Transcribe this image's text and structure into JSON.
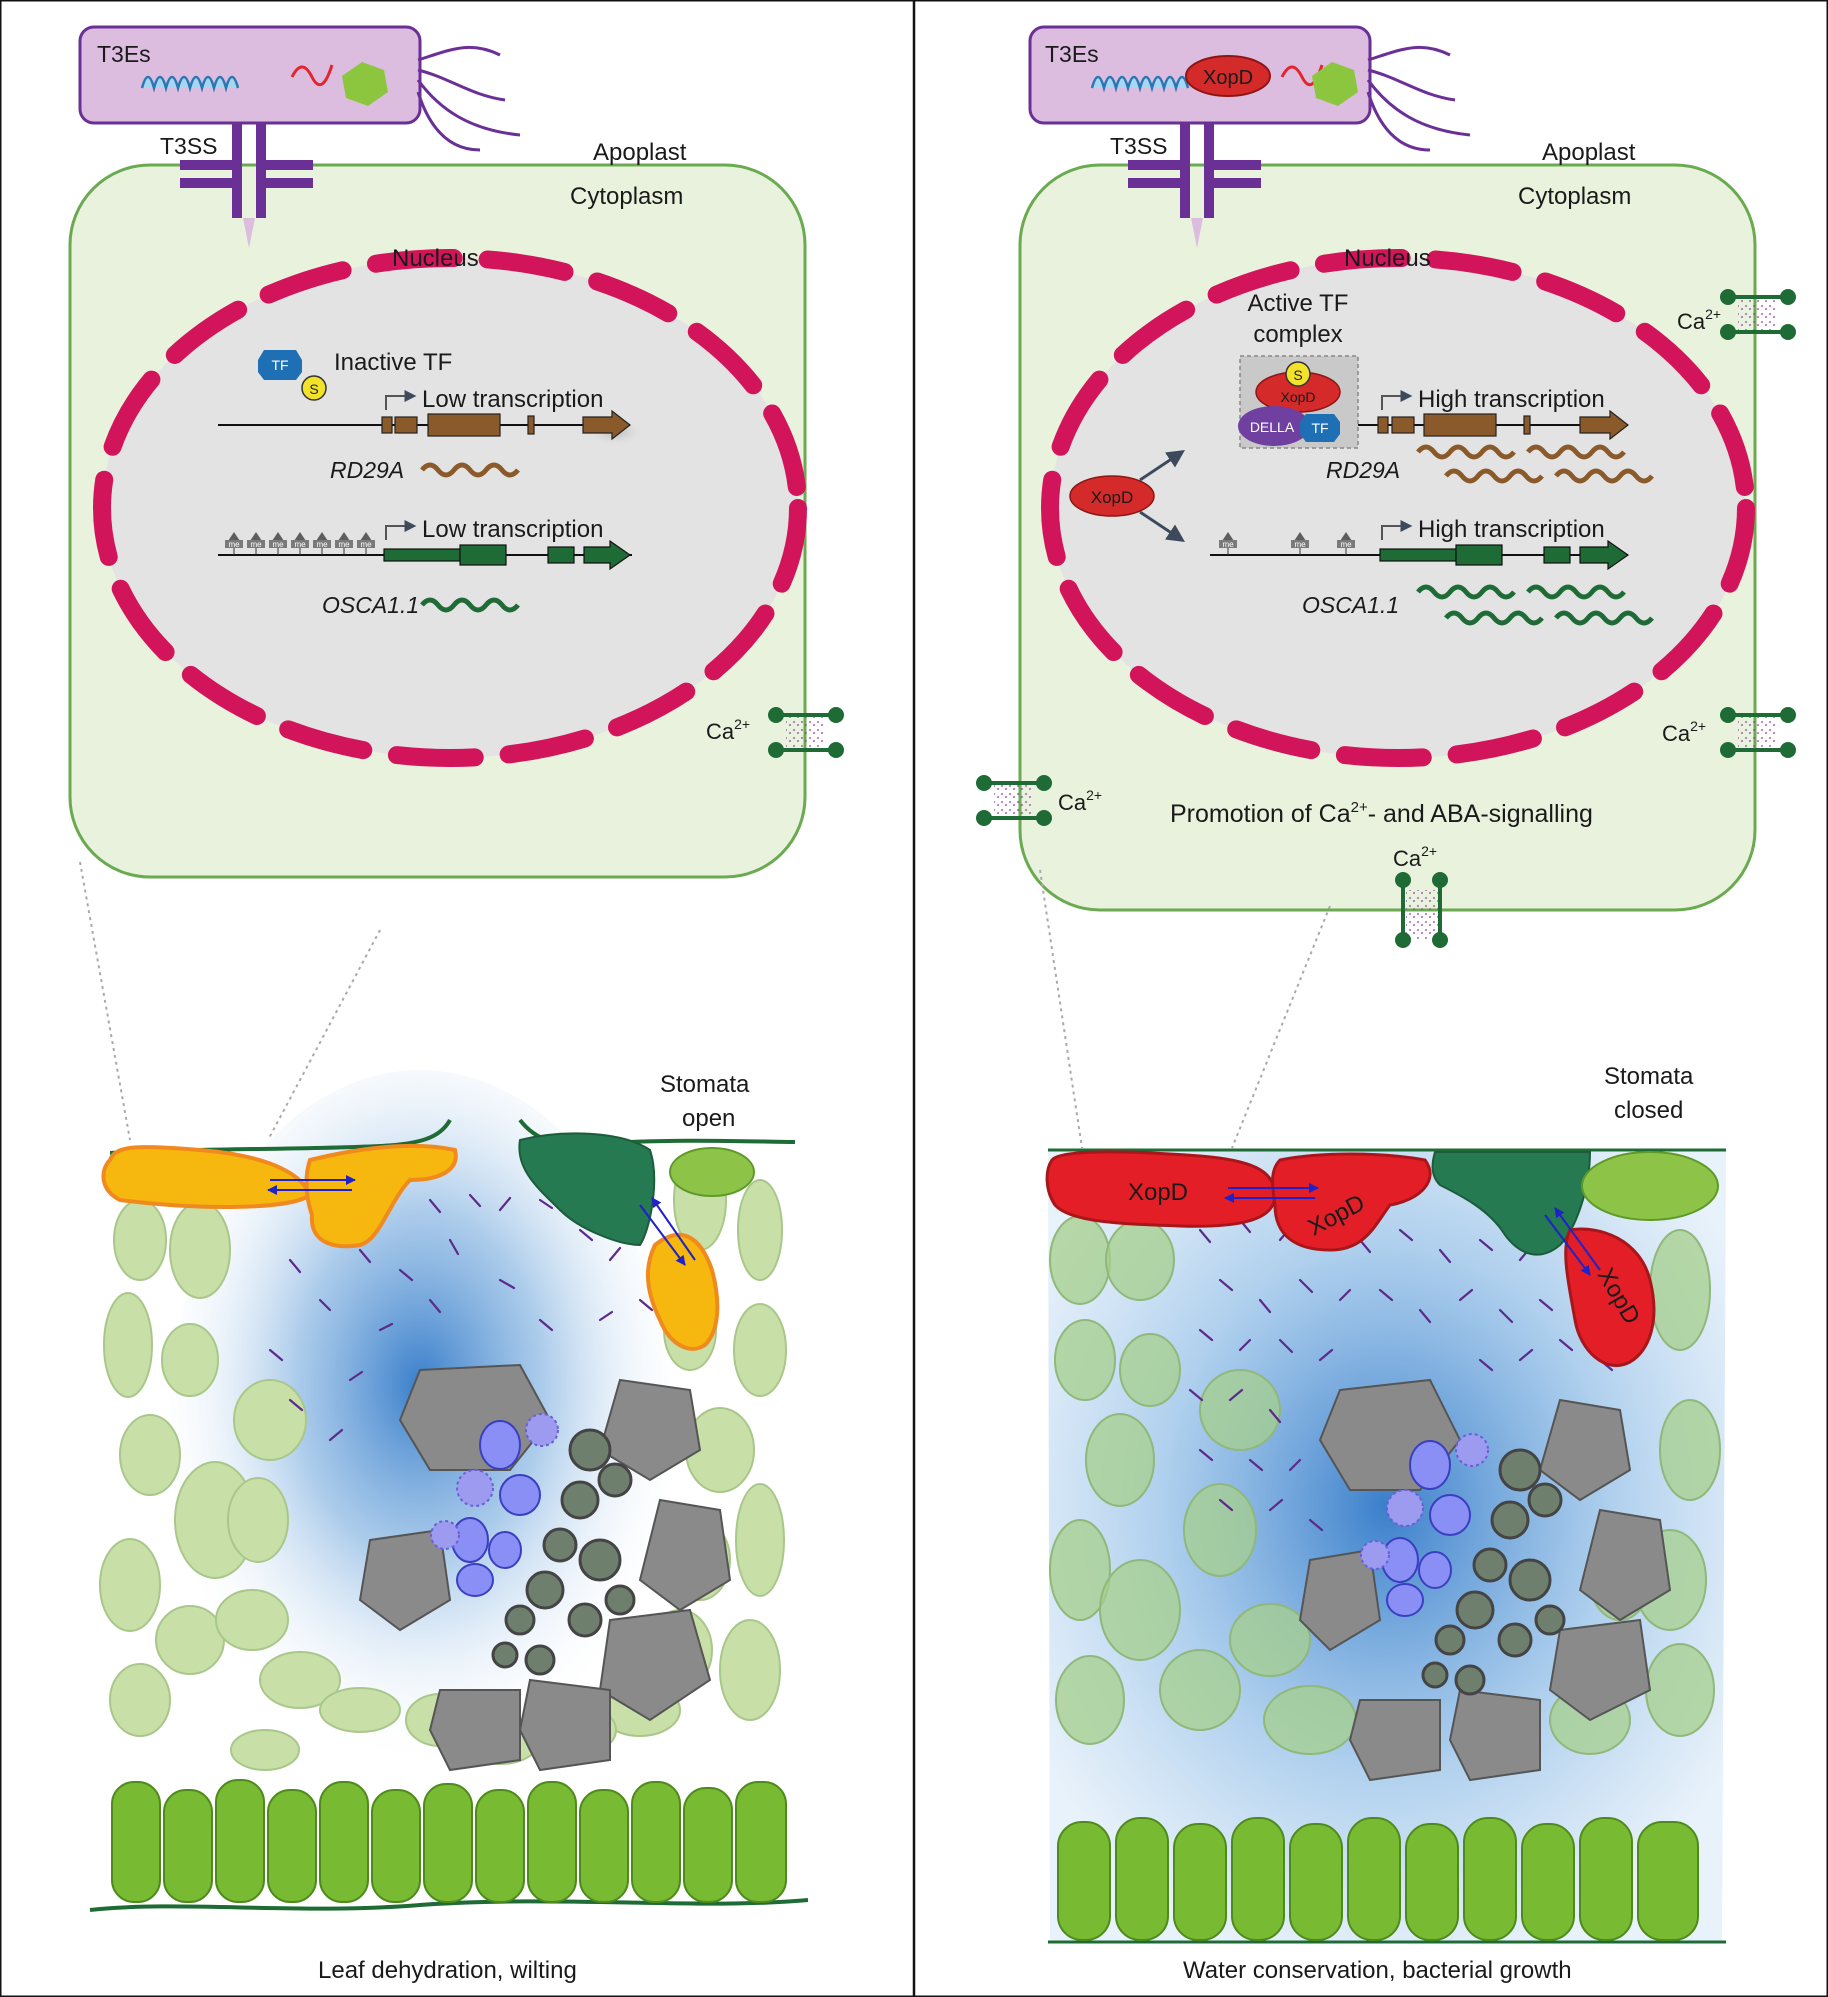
{
  "left": {
    "bacterium": {
      "label": "T3Es"
    },
    "secretion_system": "T3SS",
    "apoplast": "Apoplast",
    "cytoplasm": "Cytoplasm",
    "nucleus": "Nucleus",
    "tf_chip": "TF",
    "sumo_chip": "S",
    "inactive_tf": "Inactive TF",
    "rd29a_transcription": "Low transcription",
    "rd29a_gene": "RD29A",
    "osca_transcription": "Low transcription",
    "osca_gene": "OSCA1.1",
    "methyl_mark": "me",
    "ca_channel": {
      "base": "Ca",
      "sup": "2+"
    },
    "stomata": [
      "Stomata",
      "open"
    ],
    "caption": "Leaf dehydration, wilting"
  },
  "right": {
    "bacterium": {
      "label": "T3Es",
      "effector": "XopD"
    },
    "secretion_system": "T3SS",
    "apoplast": "Apoplast",
    "cytoplasm": "Cytoplasm",
    "nucleus": "Nucleus",
    "active_complex": [
      "Active TF",
      "complex"
    ],
    "complex_parts": {
      "sumo": "S",
      "xopd": "XopD",
      "della": "DELLA",
      "tf": "TF"
    },
    "free_xopd": "XopD",
    "rd29a_transcription": "High transcription",
    "rd29a_gene": "RD29A",
    "osca_transcription": "High transcription",
    "osca_gene": "OSCA1.1",
    "methyl_mark": "me",
    "ca_channel": {
      "base": "Ca",
      "sup": "2+"
    },
    "promotion": {
      "pre": "Promotion of Ca",
      "sup": "2+",
      "post": "- and ABA-signalling"
    },
    "guard_cell_label": "XopD",
    "stomata": [
      "Stomata",
      "closed"
    ],
    "caption": "Water conservation, bacterial growth"
  },
  "colors": {
    "cell_fill": "#e9f2dc",
    "cell_border": "#6aaa50",
    "nuclear_envelope": "#d2145a",
    "nucleoplasm": "#e3e3e3",
    "bacterium": "#dcbde0",
    "t3ss": "#6a3096",
    "rd29a": "#8b5a2b",
    "osca": "#1f6b35",
    "xopd": "#d42a2a",
    "tf": "#1f6fb5",
    "sumo": "#f2e22a",
    "della": "#7040a0",
    "guard_open": "#f6b80e",
    "guard_closed": "#e41e26",
    "mesophyll": "#c8e0a8",
    "palisade": "#78bb32",
    "vascular": "#8a8a8a",
    "water": "#7fb0e0"
  }
}
